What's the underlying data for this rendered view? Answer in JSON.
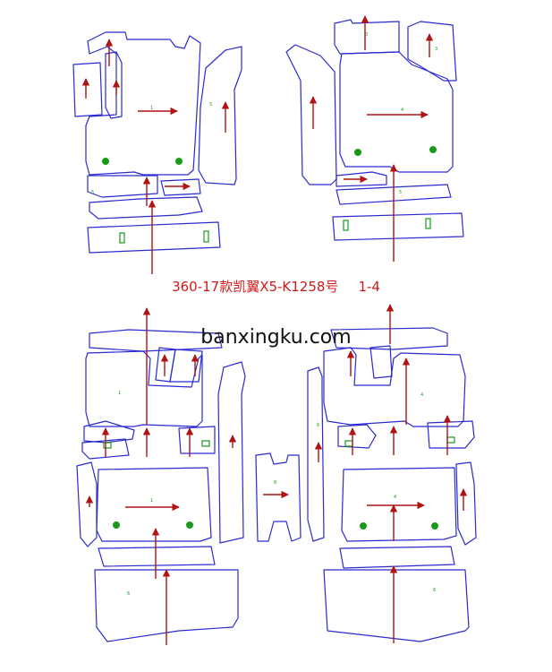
{
  "title": {
    "model": "360-17款凯翼X5-K1258号",
    "parts": "1-4"
  },
  "watermark": "banxingku.com",
  "colors": {
    "outline": "#2a2ad0",
    "arrow": "#b01414",
    "hole": "#1a9a1a",
    "title": "#d21a1a"
  }
}
